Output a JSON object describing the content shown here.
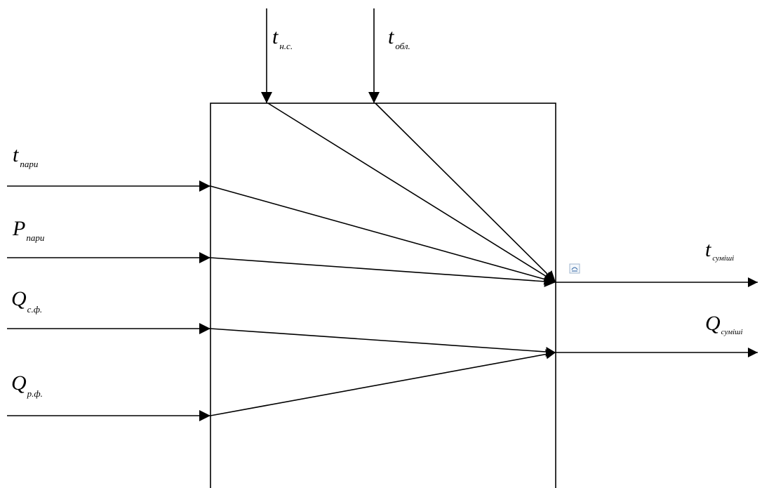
{
  "inputs_top": [
    {
      "main": "t",
      "sub": "н.с."
    },
    {
      "main": "t",
      "sub": "обл."
    }
  ],
  "inputs_left": [
    {
      "main": "t",
      "sub": "пари"
    },
    {
      "main": "P",
      "sub": "пари"
    },
    {
      "main": "Q",
      "sub": "с.ф."
    },
    {
      "main": "Q",
      "sub": "р.ф."
    }
  ],
  "outputs": [
    {
      "main": "t",
      "sub": "суміші"
    },
    {
      "main": "Q",
      "sub": "суміші"
    }
  ],
  "icons": {
    "anchor": "word-anchor-icon"
  }
}
